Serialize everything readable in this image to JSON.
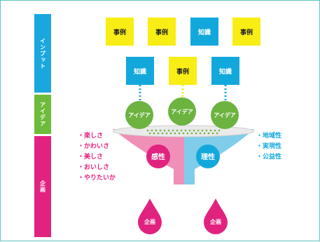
{
  "stages": {
    "input": "インプット",
    "idea": "アイデア",
    "plan": "企画"
  },
  "top_row": [
    "事例",
    "事例",
    "知識",
    "事例"
  ],
  "second_row": [
    "知識",
    "事例",
    "知識"
  ],
  "ideas": [
    "アイデア",
    "アイデア",
    "アイデア"
  ],
  "funnel": {
    "left": "感性",
    "right": "理性"
  },
  "left_list": [
    "・楽しさ",
    "・かわいさ",
    "・美しさ",
    "・おいしさ",
    "・やりたいか"
  ],
  "right_list": [
    "・地域性",
    "・実現性",
    "・公益性"
  ],
  "drops": [
    "企画",
    "企画"
  ],
  "colors": {
    "yellow": "#f8ed14",
    "blue": "#13a8dc",
    "green": "#6cb33f",
    "pink": "#e1237f",
    "funnel_pink": "#f08fb8",
    "funnel_blue": "#7fcdea"
  }
}
